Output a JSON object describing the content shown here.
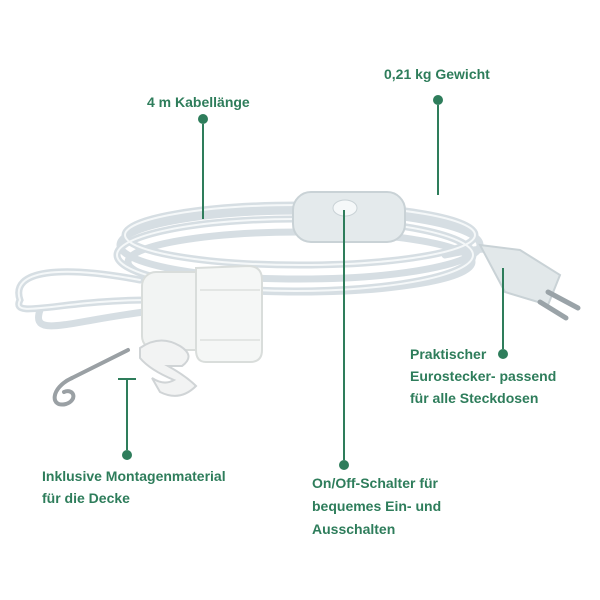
{
  "colors": {
    "accent": "#2e7d5b",
    "cable": "#dfe6ea",
    "socket": "#f3f5f4"
  },
  "annotations": {
    "cable_length": "4 m Kabellänge",
    "weight": "0,21 kg Gewicht",
    "plug_line1": "Praktischer",
    "plug_line2": "Eurostecker- passend",
    "plug_line3": "für alle Steckdosen",
    "mount_line1": "Inklusive Montagenmaterial",
    "mount_line2": "für die Decke",
    "switch_line1": "On/Off-Schalter für",
    "switch_line2": "bequemes Ein- und",
    "switch_line3": "Ausschalten"
  },
  "icons": {
    "marker": "dot-icon"
  }
}
